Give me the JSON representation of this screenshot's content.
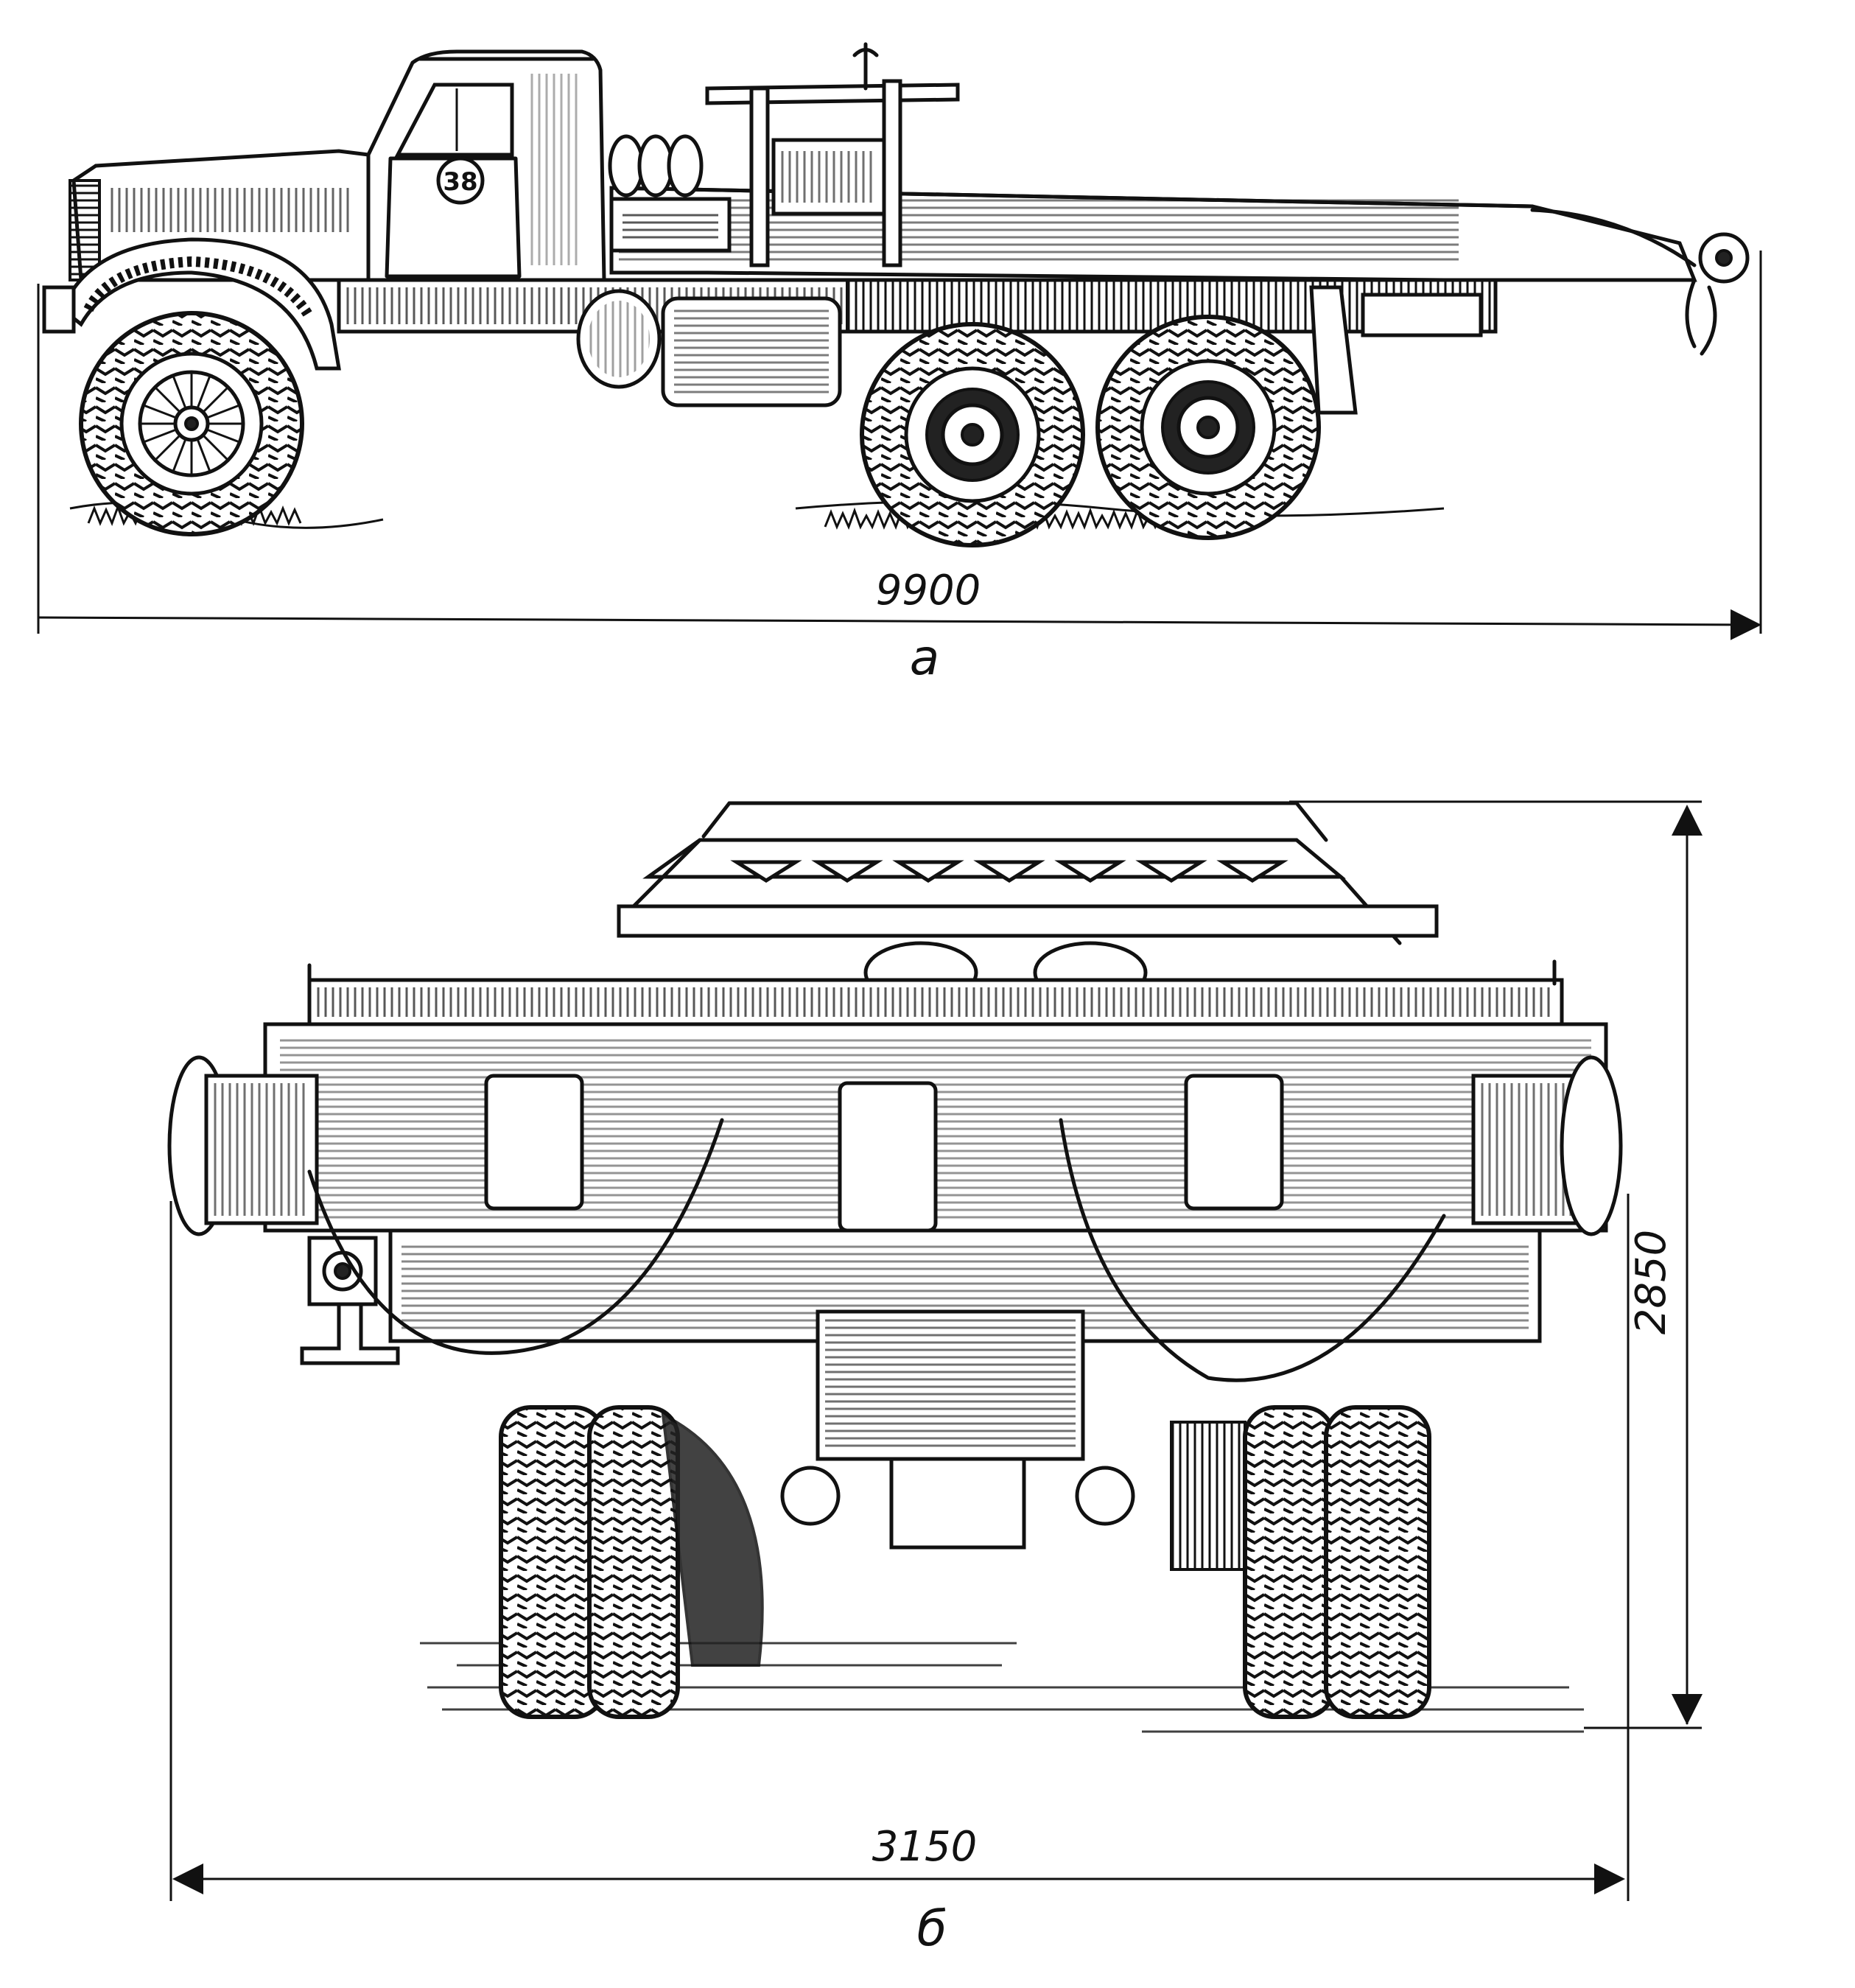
{
  "side_view": {
    "cab_number": "38",
    "length_dimension": "9900",
    "caption": "а"
  },
  "rear_view": {
    "width_dimension": "3150",
    "height_dimension": "2850",
    "caption": "б"
  }
}
